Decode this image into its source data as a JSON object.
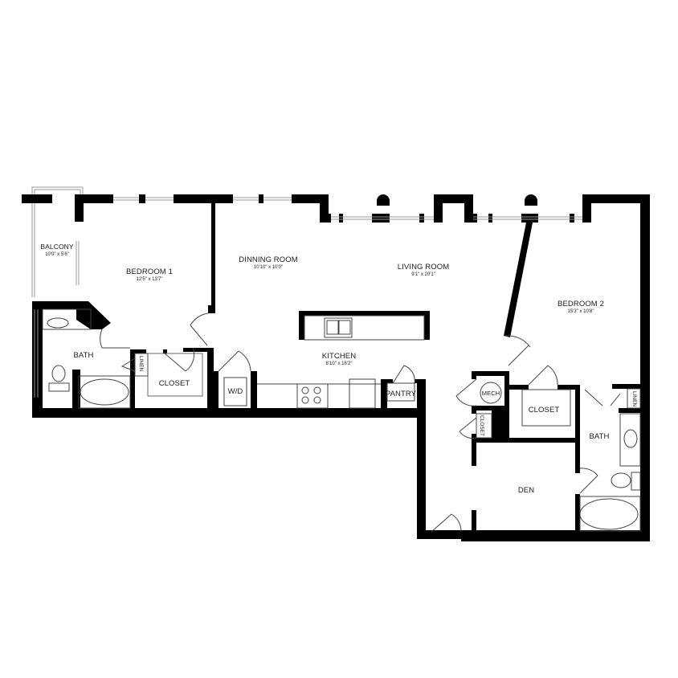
{
  "plan": {
    "type": "floor-plan",
    "colors": {
      "wall": "#000000",
      "fixture": "#555555",
      "window": "#999999",
      "background": "#ffffff"
    },
    "rooms": {
      "balcony": {
        "name": "BALCONY",
        "dim": "10'0\" x 5'6\""
      },
      "bedroom1": {
        "name": "BEDROOM 1",
        "dim": "12'5\" x 13'7\""
      },
      "dining": {
        "name": "DINNING ROOM",
        "dim": "10'10\" x 10'0\""
      },
      "living": {
        "name": "LIVING ROOM",
        "dim": "9'1\" x 20'1\""
      },
      "bedroom2": {
        "name": "BEDROOM 2",
        "dim": "15'3\" x 10'8\""
      },
      "kitchen": {
        "name": "KITCHEN",
        "dim": "8'10\" x 16'2\""
      },
      "bath1": {
        "name": "BATH"
      },
      "linen1": {
        "name": "LINEN"
      },
      "closet1": {
        "name": "CLOSET"
      },
      "wd": {
        "name": "W/D"
      },
      "pantry": {
        "name": "PANTRY"
      },
      "mech": {
        "name": "MECH"
      },
      "closet_small": {
        "name": "CLOSET"
      },
      "closet2": {
        "name": "CLOSET"
      },
      "linen2": {
        "name": "LINEN"
      },
      "bath2": {
        "name": "BATH"
      },
      "den": {
        "name": "DEN"
      }
    }
  }
}
